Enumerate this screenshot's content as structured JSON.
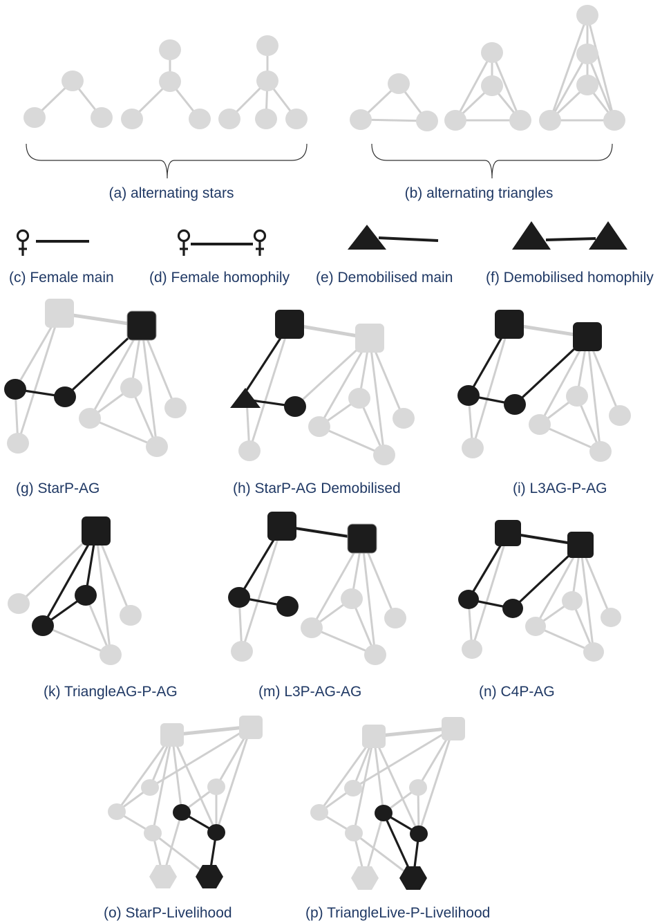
{
  "captions": {
    "a": "(a) alternating stars",
    "b": "(b) alternating triangles",
    "c": "(c) Female main",
    "d": "(d) Female homophily",
    "e": "(e) Demobilised main",
    "f": "(f) Demobilised homophily",
    "g": "(g) StarP-AG",
    "h": "(h) StarP-AG Demobilised",
    "i": "(i) L3AG-P-AG",
    "k": "(k) TriangleAG-P-AG",
    "m": "(m) L3P-AG-AG",
    "n": "(n) C4P-AG",
    "o": "(o) StarP-Livelihood",
    "p": "(p) TriangleLive-P-Livelihood"
  },
  "colors": {
    "caption": "#1f3864",
    "node_gray": "#d9d9d9",
    "edge_gray": "#cfcfcf",
    "node_black": "#1c1c1c"
  },
  "icons": [
    "female-symbol-icon",
    "triangle-demobilised-icon",
    "square-node-icon",
    "circle-node-icon",
    "hexagon-livelihood-icon"
  ]
}
